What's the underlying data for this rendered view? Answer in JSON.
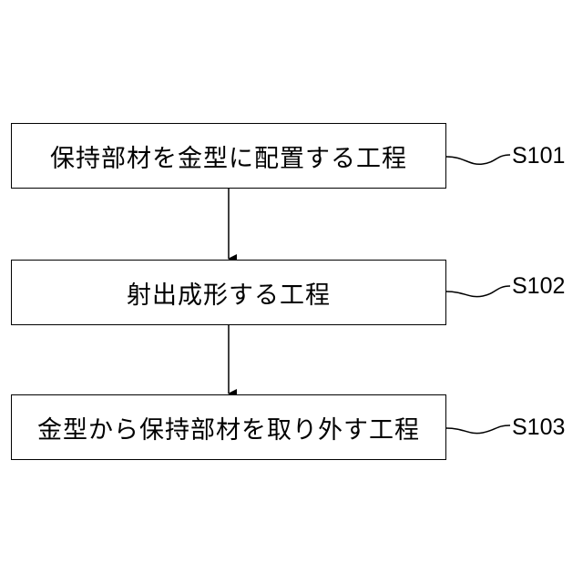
{
  "steps": [
    {
      "id": "S101",
      "text": "保持部材を金型に配置する工程"
    },
    {
      "id": "S102",
      "text": "射出成形する工程"
    },
    {
      "id": "S103",
      "text": "金型から保持部材を取り外す工程"
    }
  ],
  "colors": {
    "line": "#000000",
    "box_fill": "#ffffff"
  }
}
